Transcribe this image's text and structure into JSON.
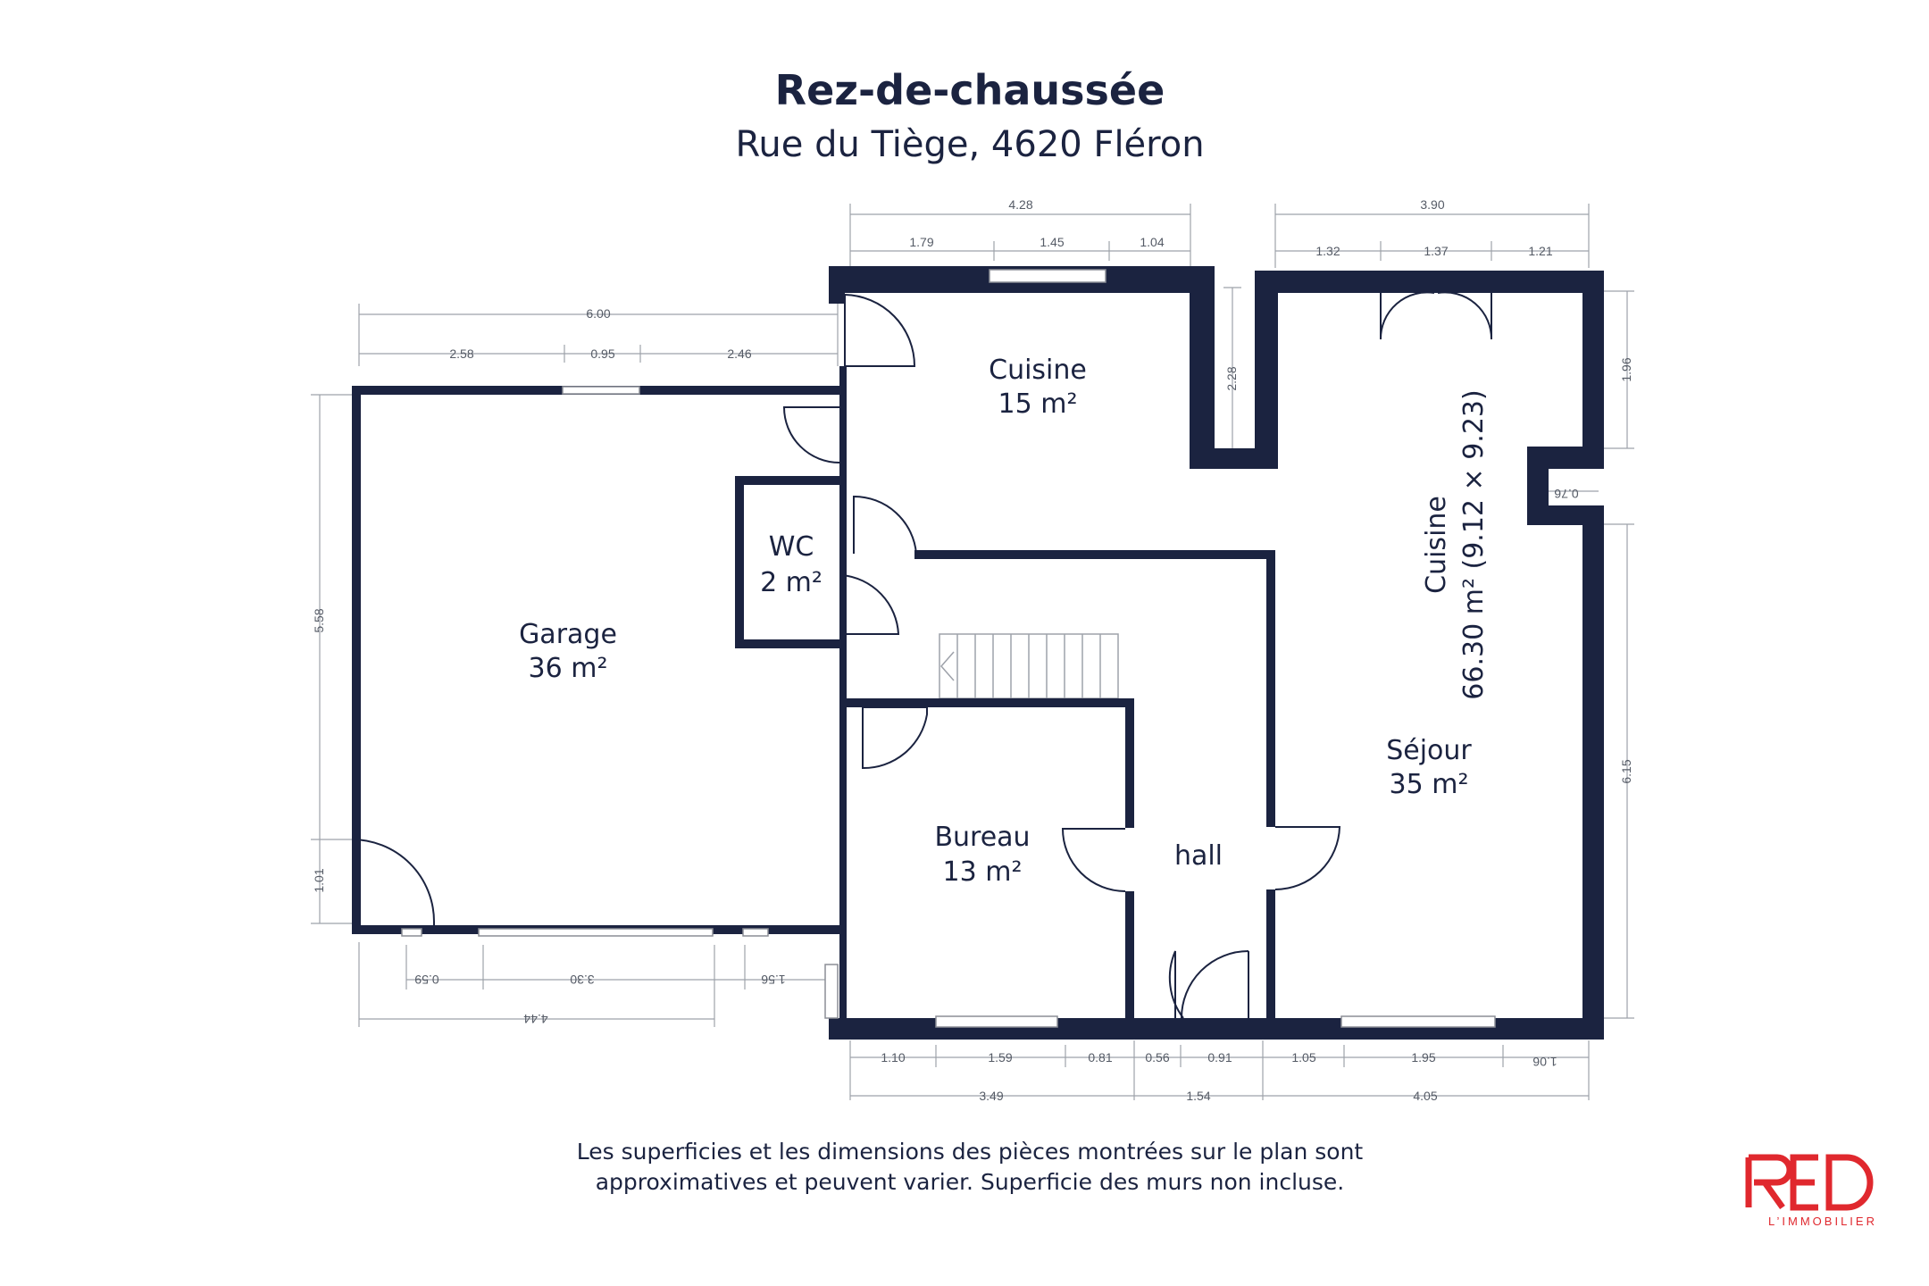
{
  "header": {
    "title": "Rez-de-chaussée",
    "subtitle": "Rue du Tiège, 4620 Fléron"
  },
  "rooms": {
    "cuisine": {
      "name": "Cuisine",
      "area": "15 m²"
    },
    "wc": {
      "name": "WC",
      "area": "2 m²"
    },
    "garage": {
      "name": "Garage",
      "area": "36 m²"
    },
    "bureau": {
      "name": "Bureau",
      "area": "13 m²"
    },
    "hall": {
      "name": "hall"
    },
    "sejour": {
      "name": "Séjour",
      "area": "35 m²"
    },
    "cuisine_big": {
      "name": "Cuisine",
      "area": "66.30 m² (9.12 × 9.23)"
    }
  },
  "dimensions": {
    "top_kitchen_total": "4.28",
    "top_kitchen_1": "1.79",
    "top_kitchen_2": "1.45",
    "top_kitchen_3": "1.04",
    "top_sejour_total": "3.90",
    "top_sejour_1": "1.32",
    "top_sejour_2": "1.37",
    "top_sejour_3": "1.21",
    "garage_total": "6.00",
    "garage_1": "2.58",
    "garage_2": "0.95",
    "garage_3": "2.46",
    "garage_left": "5.58",
    "garage_door": "1.01",
    "notch_height": "2.28",
    "right_top": "1.96",
    "right_notch": "0.76",
    "right_bottom": "6.15",
    "garage_bottom_1": "0.59",
    "garage_bottom_2": "3.30",
    "garage_bottom_3": "1.56",
    "garage_bottom_total": "4.44",
    "bottom_1": "1.10",
    "bottom_2": "1.59",
    "bottom_3": "0.81",
    "bottom_4": "0.56",
    "bottom_5": "0.91",
    "bottom_6": "1.05",
    "bottom_7": "1.95",
    "bottom_8": "1.06",
    "bottom_total_1": "3.49",
    "bottom_total_2": "1.54",
    "bottom_total_3": "4.05"
  },
  "footer": {
    "note_line1": "Les superficies et les dimensions des pièces montrées sur le plan sont",
    "note_line2": "approximatives et peuvent varier. Superficie des murs non incluse."
  },
  "logo": {
    "brand": "RED",
    "tagline": "L’IMMOBILIER",
    "color": "#e0282e"
  },
  "colors": {
    "wall": "#1b2340"
  }
}
